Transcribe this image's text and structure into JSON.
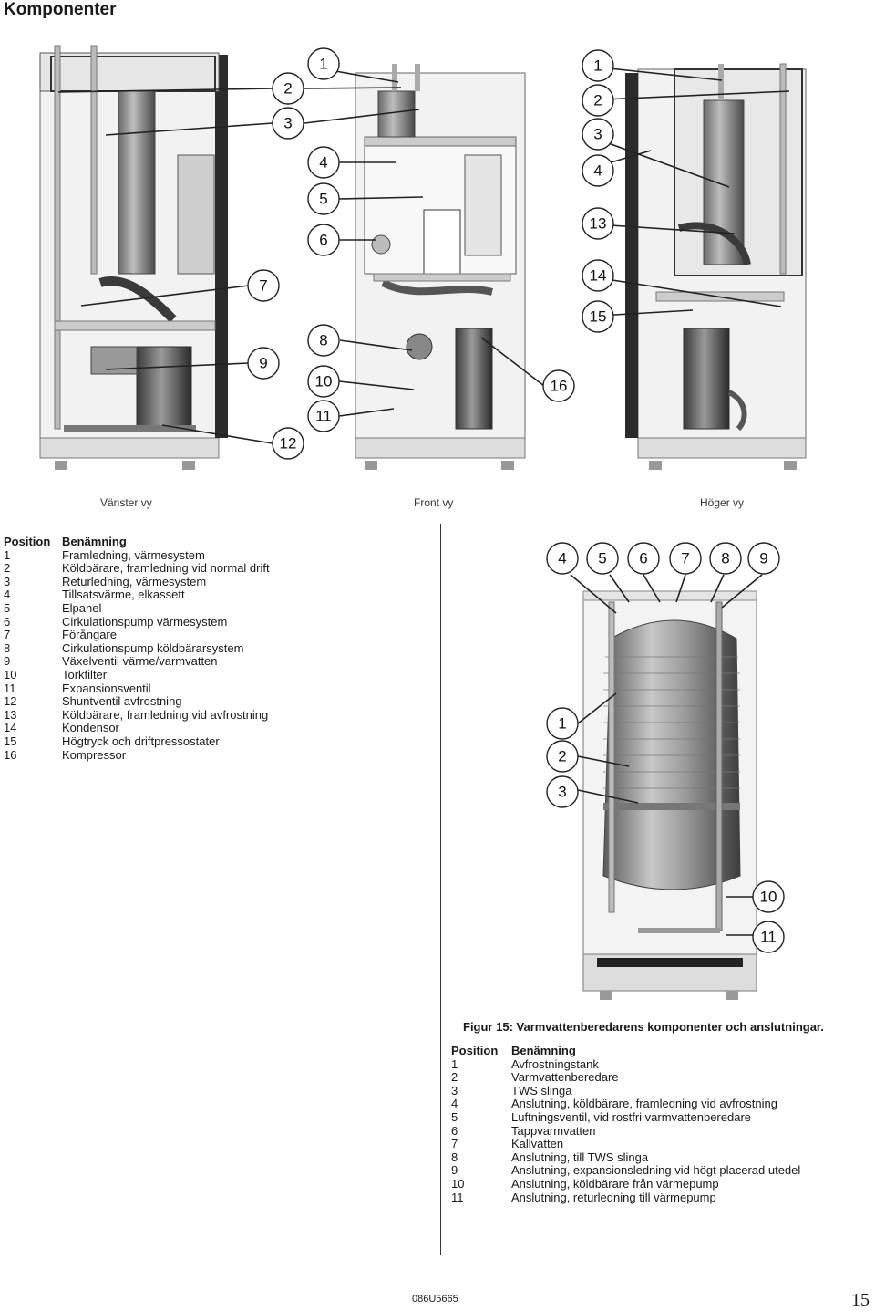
{
  "header": {
    "title": "Komponenter"
  },
  "views": {
    "left": "Vänster vy",
    "front": "Front vy",
    "right": "Höger vy"
  },
  "legend1": {
    "col_position": "Position",
    "col_name": "Benämning",
    "items": [
      {
        "pos": "1",
        "name": "Framledning, värmesystem"
      },
      {
        "pos": "2",
        "name": "Köldbärare, framledning vid normal drift"
      },
      {
        "pos": "3",
        "name": "Returledning, värmesystem"
      },
      {
        "pos": "4",
        "name": "Tillsatsvärme, elkassett"
      },
      {
        "pos": "5",
        "name": "Elpanel"
      },
      {
        "pos": "6",
        "name": "Cirkulationspump värmesystem"
      },
      {
        "pos": "7",
        "name": "Förångare"
      },
      {
        "pos": "8",
        "name": "Cirkulationspump köldbärarsystem"
      },
      {
        "pos": "9",
        "name": "Växelventil värme/varmvatten"
      },
      {
        "pos": "10",
        "name": "Torkfilter"
      },
      {
        "pos": "11",
        "name": "Expansionsventil"
      },
      {
        "pos": "12",
        "name": "Shuntventil avfrostning"
      },
      {
        "pos": "13",
        "name": "Köldbärare, framledning vid avfrostning"
      },
      {
        "pos": "14",
        "name": "Kondensor"
      },
      {
        "pos": "15",
        "name": "Högtryck och driftpressostater"
      },
      {
        "pos": "16",
        "name": "Kompressor"
      }
    ]
  },
  "figure_caption": "Figur 15: Varmvattenberedarens komponenter och anslutningar.",
  "legend2": {
    "col_position": "Position",
    "col_name": "Benämning",
    "items": [
      {
        "pos": "1",
        "name": "Avfrostningstank"
      },
      {
        "pos": "2",
        "name": "Varmvattenberedare"
      },
      {
        "pos": "3",
        "name": "TWS slinga"
      },
      {
        "pos": "4",
        "name": "Anslutning, köldbärare, framledning vid avfrostning"
      },
      {
        "pos": "5",
        "name": "Luftningsventil, vid rostfri varmvattenberedare"
      },
      {
        "pos": "6",
        "name": "Tappvarmvatten"
      },
      {
        "pos": "7",
        "name": "Kallvatten"
      },
      {
        "pos": "8",
        "name": "Anslutning, till TWS slinga"
      },
      {
        "pos": "9",
        "name": "Anslutning, expansionsledning vid högt placerad utedel"
      },
      {
        "pos": "10",
        "name": "Anslutning, köldbärare från värmepump"
      },
      {
        "pos": "11",
        "name": "Anslutning, returledning till värmepump"
      }
    ]
  },
  "callouts": {
    "c1": "1",
    "c2": "2",
    "c3": "3",
    "c4": "4",
    "c5": "5",
    "c6": "6",
    "c7": "7",
    "c8": "8",
    "c9": "9",
    "c10": "10",
    "c11": "11",
    "c12": "12",
    "r1": "1",
    "r2": "2",
    "r3": "3",
    "r4": "4",
    "r13": "13",
    "r14": "14",
    "r15": "15",
    "c16": "16",
    "t4": "4",
    "t5": "5",
    "t6": "6",
    "t7": "7",
    "t8": "8",
    "t9": "9",
    "t1": "1",
    "t2": "2",
    "t3": "3",
    "t10": "10",
    "t11": "11"
  },
  "footer": {
    "doc_code": "086U5665",
    "page": "15"
  }
}
